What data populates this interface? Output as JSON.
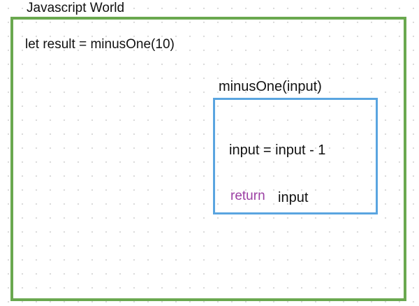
{
  "world": {
    "title": "Javascript World",
    "call_line": "let result = minusOne(10)",
    "border_color": "#6aa84f"
  },
  "function": {
    "title": "minusOne(input)",
    "border_color": "#5aa5e0",
    "body": {
      "assign_line": "input = input - 1",
      "return_keyword": "return",
      "return_keyword_color": "#9b3fa3",
      "return_value": "input"
    }
  }
}
